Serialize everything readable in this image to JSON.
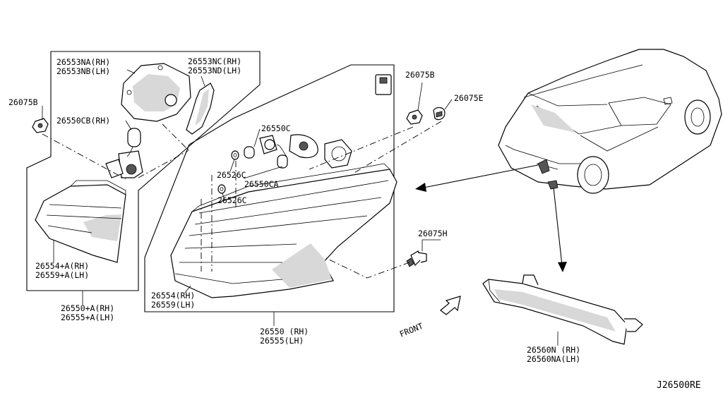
{
  "diagram_code": "J26500RE",
  "direction_label": "FRONT",
  "callouts": {
    "c_26553na": [
      "26553NA(RH)",
      "26553NB(LH)"
    ],
    "c_26553nc": [
      "26553NC(RH)",
      "26553ND(LH)"
    ],
    "c_26075b_left": [
      "26075B"
    ],
    "c_26550cb": [
      "26550CB(RH)"
    ],
    "c_26550c": [
      "26550C"
    ],
    "c_26075b_top": [
      "26075B"
    ],
    "c_26075e": [
      "26075E"
    ],
    "c_26526c_a": [
      "26526C"
    ],
    "c_26550ca": [
      "26550CA"
    ],
    "c_26526c_b": [
      "26526C"
    ],
    "c_26554a": [
      "26554+A(RH)",
      "26559+A(LH)"
    ],
    "c_26550a": [
      "26550+A(RH)",
      "26555+A(LH)"
    ],
    "c_26075h": [
      "26075H"
    ],
    "c_26554": [
      "26554(RH)",
      "26559(LH)"
    ],
    "c_26550": [
      "26550 (RH)",
      "26555(LH)"
    ],
    "c_26560n": [
      "26560N  (RH)",
      "26560NA(LH)"
    ]
  }
}
